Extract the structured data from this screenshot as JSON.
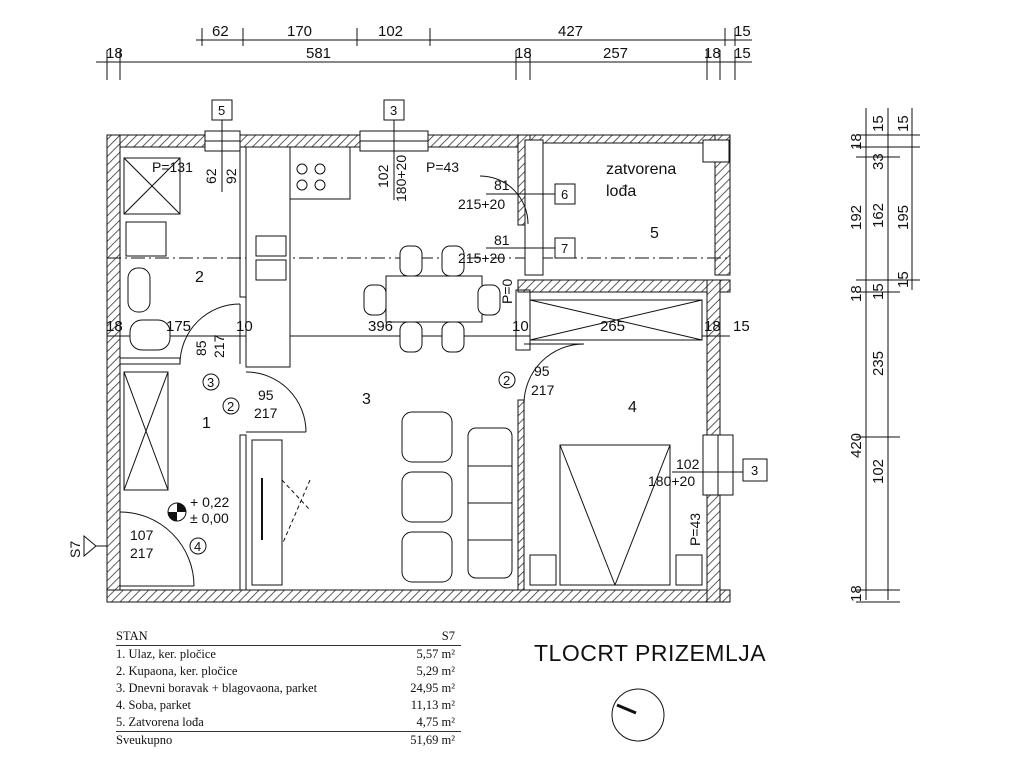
{
  "title": "TLOCRT PRIZEMLJA",
  "top_dims": {
    "row1": [
      "62",
      "170",
      "102",
      "427",
      "15"
    ],
    "row2": [
      "18",
      "581",
      "18",
      "257",
      "18",
      "15"
    ]
  },
  "right_dims": {
    "col1": [
      "18",
      "192",
      "18",
      "420",
      "18"
    ],
    "col2": [
      "15",
      "33",
      "162",
      "15",
      "235",
      "102"
    ],
    "col3": [
      "15",
      "195",
      "15"
    ]
  },
  "inner_dims": [
    "18",
    "175",
    "10",
    "396",
    "10",
    "265",
    "18",
    "15"
  ],
  "window_tags": [
    "5",
    "3",
    "6",
    "7",
    "3"
  ],
  "door_tags": [
    "3",
    "2",
    "2",
    "4"
  ],
  "openings": {
    "w_bath_a": "62",
    "w_bath_b": "92",
    "p_bath": "P=131",
    "w_kitchen_a": "102",
    "w_kitchen_b": "180+20",
    "p_kitchen": "P=43",
    "d_loggia1_a": "81",
    "d_loggia1_b": "215+20",
    "d_loggia2_a": "81",
    "d_loggia2_b": "215+20",
    "p_zero": "P=0",
    "d_bath_a": "85",
    "d_bath_b": "217",
    "d_hall_a": "95",
    "d_hall_b": "217",
    "d_room_a": "95",
    "d_room_b": "217",
    "w_room_a": "102",
    "w_room_b": "180+20",
    "p_room": "P=43",
    "d_entry_a": "107",
    "d_entry_b": "217"
  },
  "rooms": {
    "r1": "1",
    "r2": "2",
    "r3": "3",
    "r4": "4",
    "r5": "5",
    "loggia_line1": "zatvorena",
    "loggia_line2": "lođa"
  },
  "level_marks": [
    "+ 0,22",
    "± 0,00"
  ],
  "section_mark": "S7",
  "area_table": {
    "header_left": "STAN",
    "header_right": "S7",
    "rows": [
      {
        "label": "1. Ulaz, ker. pločice",
        "value": "5,57 m²"
      },
      {
        "label": "2. Kupaona, ker. pločice",
        "value": "5,29 m²"
      },
      {
        "label": "3. Dnevni boravak + blagovaona, parket",
        "value": "24,95 m²"
      },
      {
        "label": "4. Soba, parket",
        "value": "11,13 m²"
      },
      {
        "label": "5. Zatvorena lođa",
        "value": "4,75 m²"
      }
    ],
    "total_label": "Sveukupno",
    "total_value": "51,69 m²"
  },
  "colors": {
    "line": "#111111",
    "wall_hatch": "#333333"
  }
}
